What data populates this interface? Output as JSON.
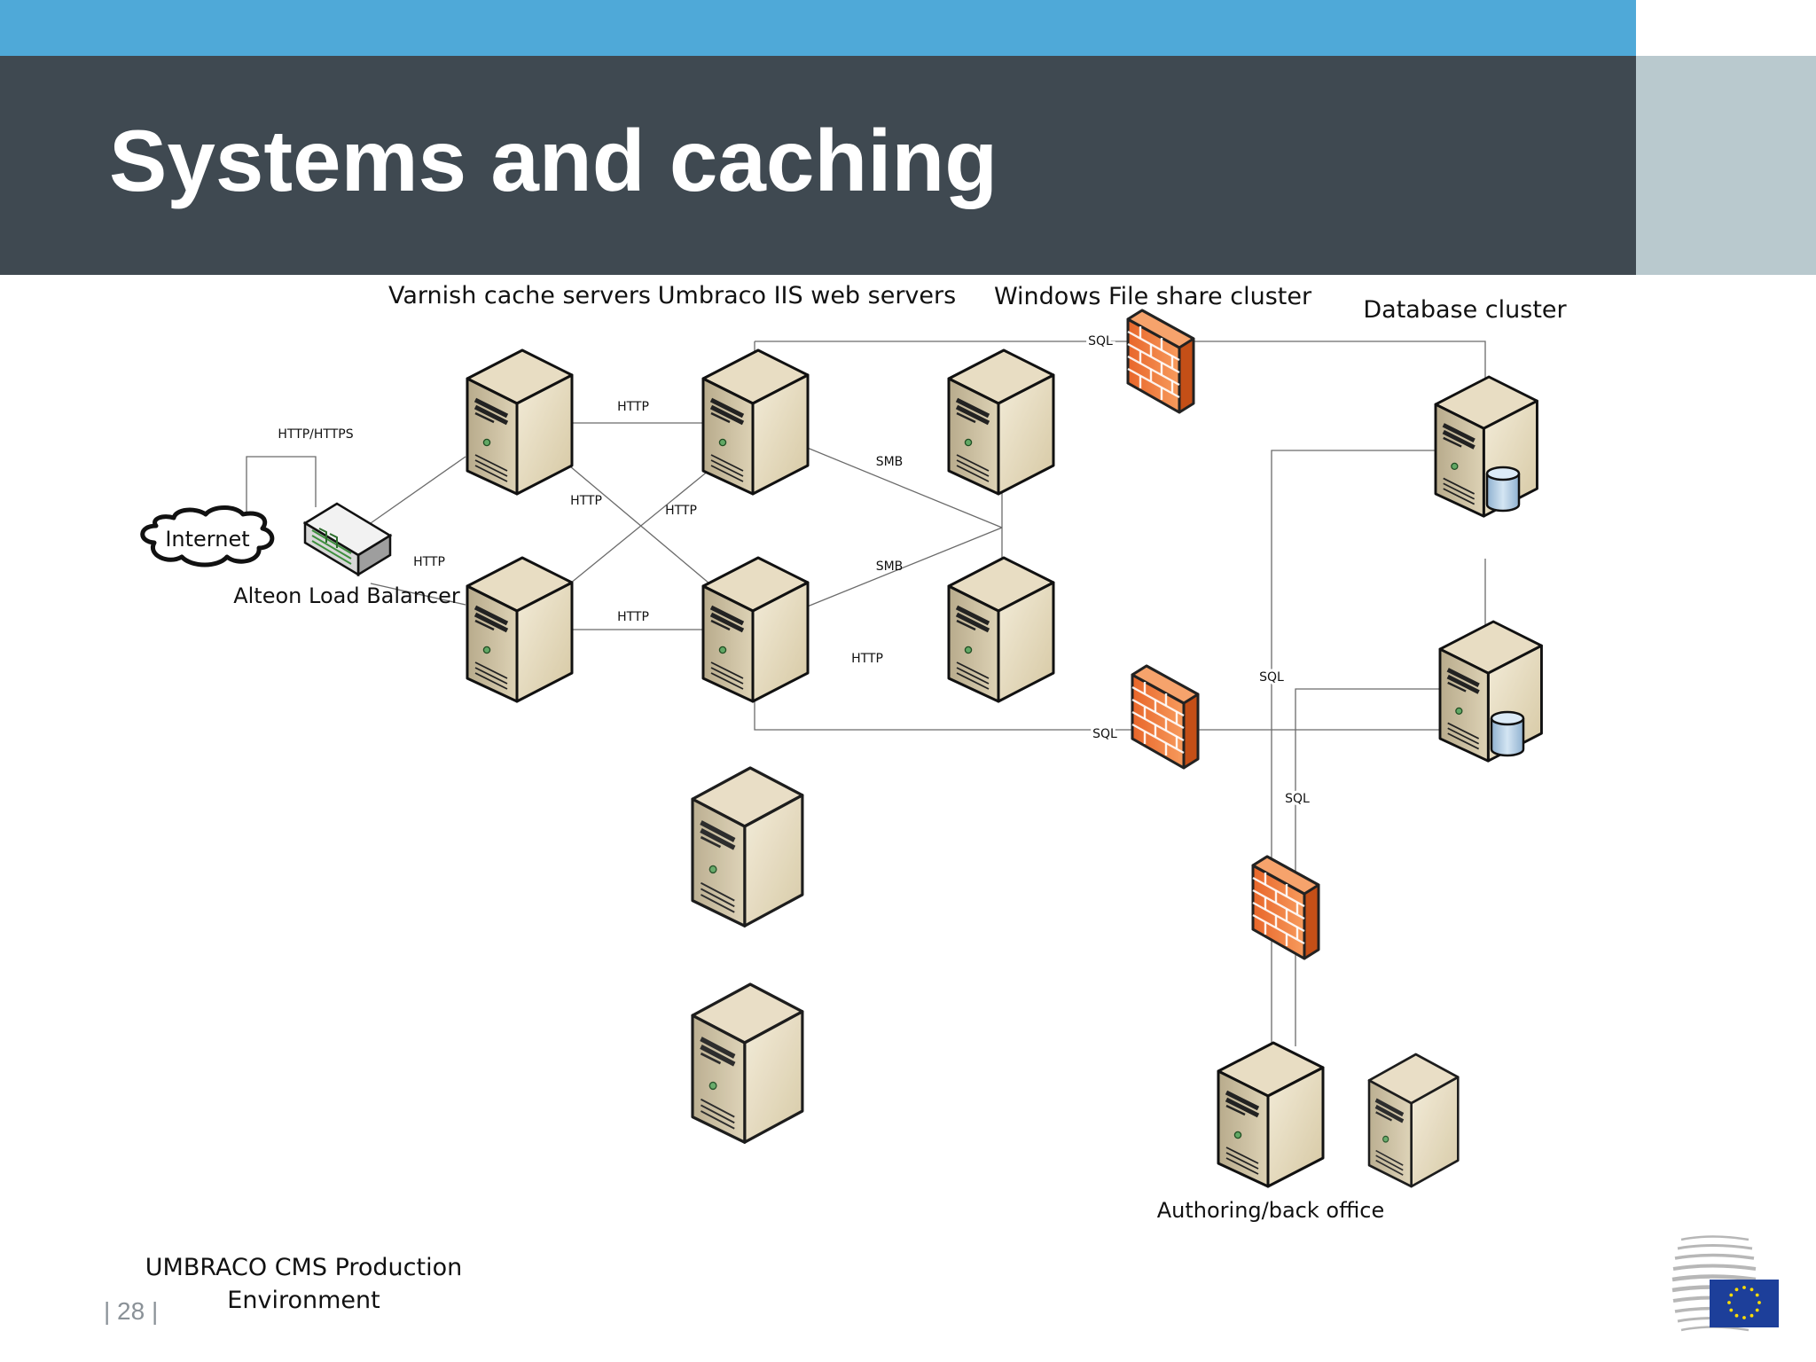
{
  "slide": {
    "title": "Systems and caching",
    "footer_caption_lines": [
      "UMBRACO CMS Production",
      "Environment"
    ],
    "page_number": "| 28 |"
  },
  "diagram": {
    "group_labels": {
      "varnish": "Varnish cache servers",
      "iis": "Umbraco IIS web servers",
      "fileshare": "Windows File share cluster",
      "database": "Database cluster",
      "authoring": "Authoring/back office"
    },
    "node_labels": {
      "internet": "Internet",
      "load_balancer": "Alteon Load Balancer"
    },
    "connection_labels": {
      "internet_lb": "HTTP/HTTPS",
      "lb_varnish": "HTTP",
      "varnish_iis_top": "HTTP",
      "varnish_iis_cross_a": "HTTP",
      "varnish_iis_cross_b": "HTTP",
      "varnish_iis_bottom": "HTTP",
      "iis_fs_top": "SMB",
      "iis_fs_bottom": "SMB",
      "iis_fs_http": "HTTP",
      "sql_top": "SQL",
      "sql_bottom": "SQL",
      "sql_vertical": "SQL",
      "sql_authoring": "SQL"
    }
  },
  "colors": {
    "top_bar": "#4fa9d8",
    "header_band": "#3f4951",
    "side_panel": "#b9c9ce",
    "firewall": "#f07c3c",
    "server_body": "#e9dfc6"
  }
}
